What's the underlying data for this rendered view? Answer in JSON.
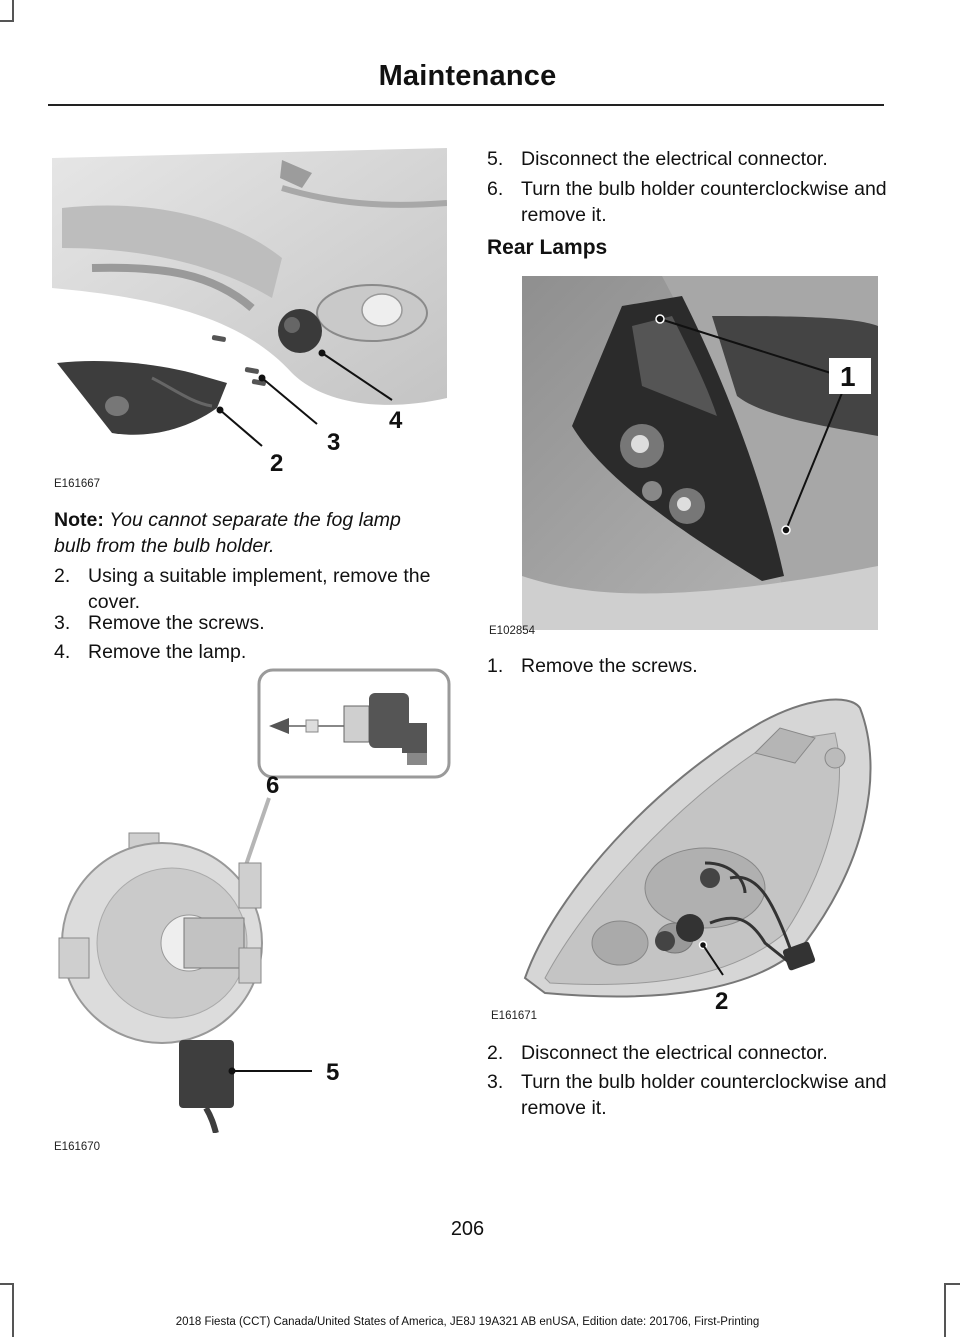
{
  "header": {
    "title": "Maintenance"
  },
  "left": {
    "figures": [
      {
        "id": "E161667",
        "callouts": [
          "2",
          "3",
          "4"
        ]
      },
      {
        "id": "E161670",
        "callouts": [
          "6",
          "5"
        ]
      }
    ],
    "note": {
      "label": "Note:",
      "text": "You cannot separate the fog lamp bulb from the bulb holder."
    },
    "steps": [
      {
        "num": "2.",
        "text": "Using a suitable implement, remove the cover."
      },
      {
        "num": "3.",
        "text": "Remove the screws."
      },
      {
        "num": "4.",
        "text": "Remove the lamp."
      }
    ]
  },
  "right": {
    "steps_top": [
      {
        "num": "5.",
        "text": "Disconnect the electrical connector."
      },
      {
        "num": "6.",
        "text": "Turn the bulb holder counterclockwise and remove it."
      }
    ],
    "section_heading": "Rear Lamps",
    "figures": [
      {
        "id": "E102854",
        "callouts": [
          "1"
        ]
      },
      {
        "id": "E161671",
        "callouts": [
          "2"
        ]
      }
    ],
    "step_mid": {
      "num": "1.",
      "text": "Remove the screws."
    },
    "steps_bottom": [
      {
        "num": "2.",
        "text": "Disconnect the electrical connector."
      },
      {
        "num": "3.",
        "text": "Turn the bulb holder counterclockwise and remove it."
      }
    ]
  },
  "page_number": "206",
  "footer": "2018 Fiesta (CCT) Canada/United States of America, JE8J 19A321 AB enUSA, Edition date: 201706, First-Printing",
  "colors": {
    "text": "#111111",
    "rule": "#222222",
    "illustration_gray": "#d4d4d4"
  }
}
